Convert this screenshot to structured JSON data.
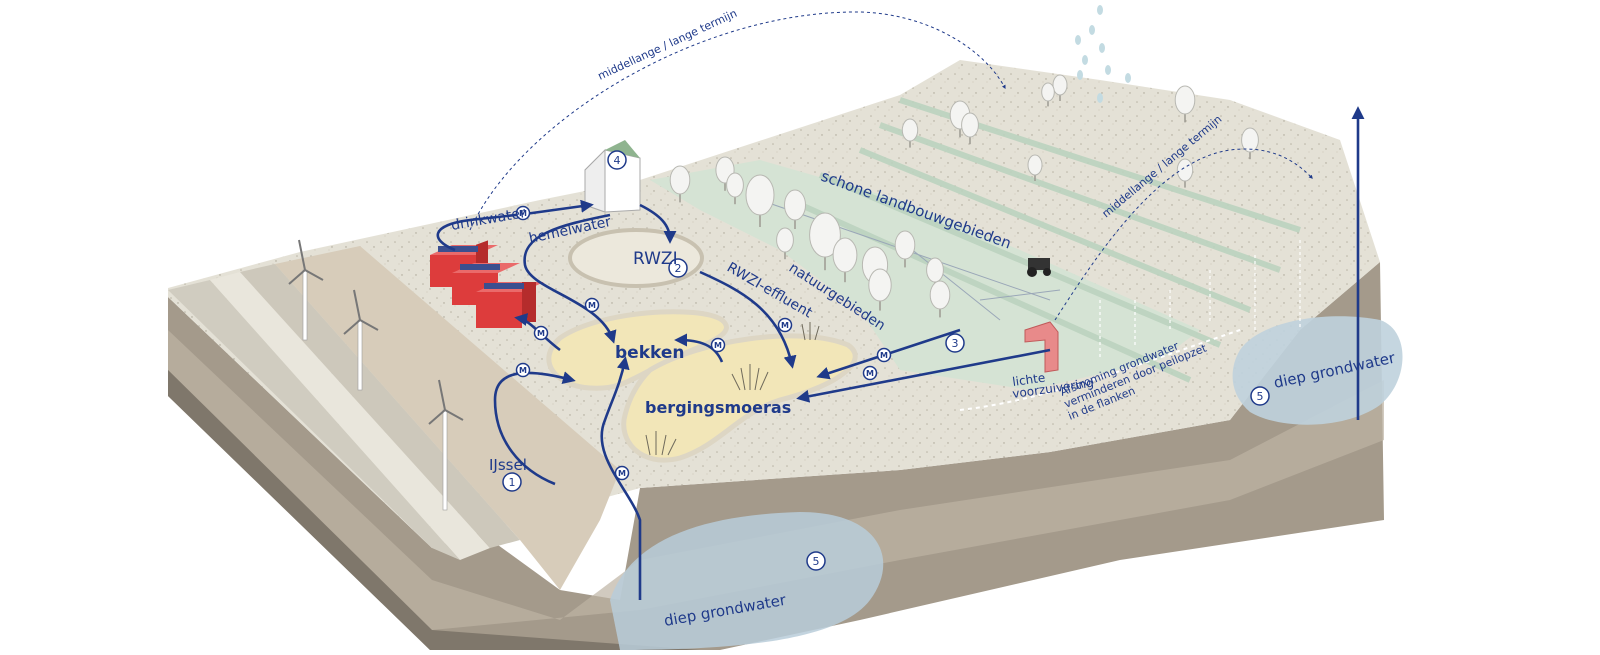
{
  "labels": {
    "ijssel": "IJssel",
    "drinkwater": "drinkwater",
    "hemelwater": "hemelwater",
    "rwzi": "RWZI",
    "rwzi_effluent": "RWZI-effluent",
    "natuurgebieden": "natuurgebieden",
    "schone_landbouw": "schone landbouwgebieden",
    "bekken": "bekken",
    "bergingsmoeras": "bergingsmoeras",
    "lichte_voorzuivering_1": "lichte",
    "lichte_voorzuivering_2": "voorzuivering",
    "afstroming_1": "Afstroming grondwater",
    "afstroming_2": "verminderen door peilopzet",
    "afstroming_3": "in de flanken",
    "diep_grondwater_left": "diep grondwater",
    "diep_grondwater_right": "diep grondwater",
    "termijn_top": "middellange / lange termijn",
    "termijn_right": "middellange / lange termijn"
  },
  "markers": {
    "m": "M",
    "n1": "1",
    "n2": "2",
    "n3": "3",
    "n4": "4",
    "n5_left": "5",
    "n5_right": "5"
  },
  "colors": {
    "flow": "#1f3a8a",
    "ground_top": "#e6e2d6",
    "nature": "#d7e5d6",
    "pond": "#f2e6b8",
    "aquifer": "#b9ccd9",
    "building_red": "#dd3c3c",
    "soil_dark": "#8b8377",
    "soil_light": "#b8aea0"
  },
  "icons": [
    "wind-turbine-icon",
    "solar-building-icon",
    "house-icon",
    "tractor-icon",
    "tree-icon",
    "rain-drop-icon",
    "reed-icon",
    "pump-house-icon"
  ]
}
